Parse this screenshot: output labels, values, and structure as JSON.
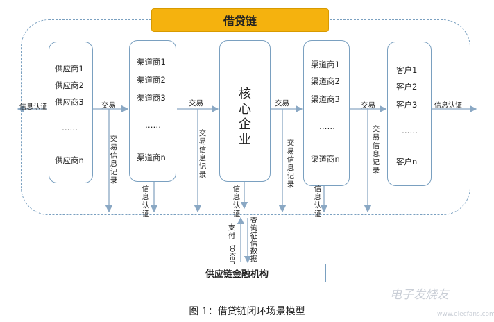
{
  "title": "借贷链",
  "suppliers": {
    "items": [
      "供应商1",
      "供应商2",
      "供应商3",
      "……",
      "供应商n"
    ]
  },
  "channels_left": {
    "items": [
      "渠道商1",
      "渠道商2",
      "渠道商3",
      "……",
      "渠道商n"
    ]
  },
  "core": {
    "label": [
      "核",
      "心",
      "企",
      "业"
    ]
  },
  "channels_right": {
    "items": [
      "渠道商1",
      "渠道商2",
      "渠道商3",
      "……",
      "渠道商n"
    ]
  },
  "customers": {
    "items": [
      "客户1",
      "客户2",
      "客户3",
      "……",
      "客户n"
    ]
  },
  "labels": {
    "info_auth": "信息认证",
    "trade": "交易",
    "trade_record": [
      "交",
      "易",
      "信",
      "息",
      "记",
      "录"
    ],
    "info_auth_v": [
      "信",
      "息",
      "认",
      "证"
    ],
    "pay": [
      "支",
      "付"
    ],
    "token": "token",
    "query": [
      "查",
      "询",
      "征",
      "信",
      "数",
      "据"
    ]
  },
  "finance": "供应链金融机构",
  "caption": "图 1：借贷链闭环场景模型",
  "watermark": "电子发烧友",
  "watermark_url": "www.elecfans.com",
  "colors": {
    "accent": "#f5b20e",
    "border": "#7aa0c0",
    "arrow": "#8aa8c4"
  }
}
